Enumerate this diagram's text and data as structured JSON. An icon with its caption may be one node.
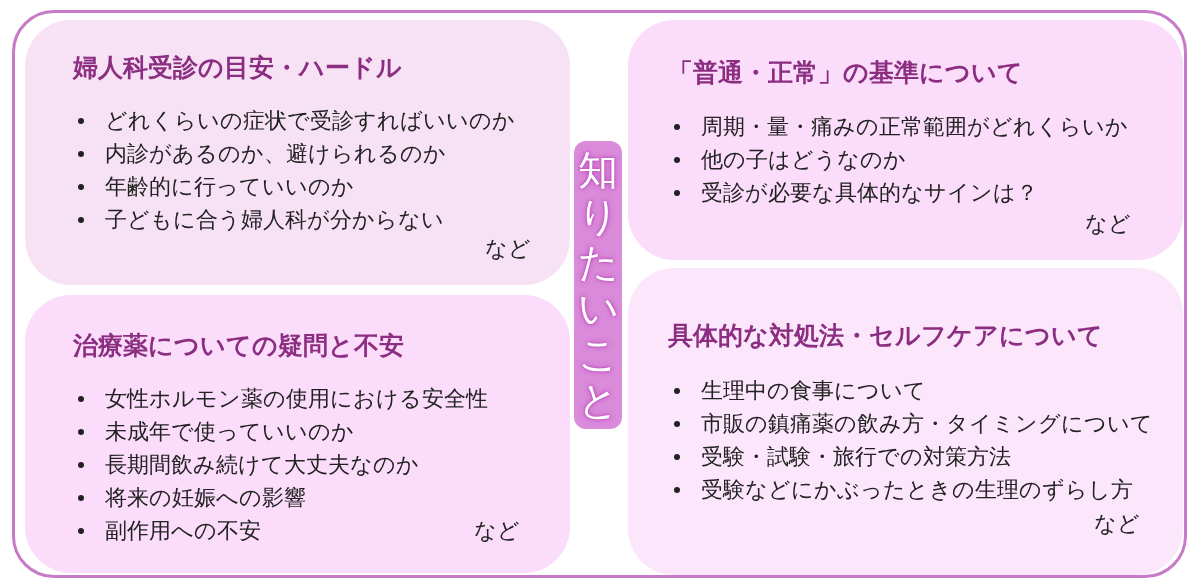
{
  "diagram": {
    "nodes": [
      {
        "text": [
          "知りたいこと"
        ]
      },
      {
        "text": [
          "婦人科受診の目安・ハードル",
          "どれくらいの症状で受診すればいいのか",
          "内診があるのか、避けられるのか",
          "年齢的に行っていいのか",
          "子どもに合う婦人科が分からない",
          "など"
        ],
        "in": 0
      },
      {
        "text": [
          "「普通・正常」の基準について",
          "周期・量・痛みの正常範囲がどれくらいか",
          "他の子はどうなのか",
          "受診が必要な具体的なサインは？",
          "など"
        ],
        "in": 0
      },
      {
        "text": [
          "治療薬についての疑問と不安",
          "女性ホルモン薬の使用における安全性",
          "未成年で使っていいのか",
          "長期間飲み続けて大丈夫なのか",
          "将来の妊娠への影響",
          "副作用への不安",
          "など"
        ],
        "in": 0
      },
      {
        "text": [
          "具体的な対処法・セルフケアについて",
          "生理中の食事について",
          "市販の鎮痛薬の飲み方・タイミングについて",
          "受験・試験・旅行での対策方法",
          "受験などにかぶったときの生理のずらし方",
          "など"
        ],
        "in": 0
      }
    ]
  }
}
